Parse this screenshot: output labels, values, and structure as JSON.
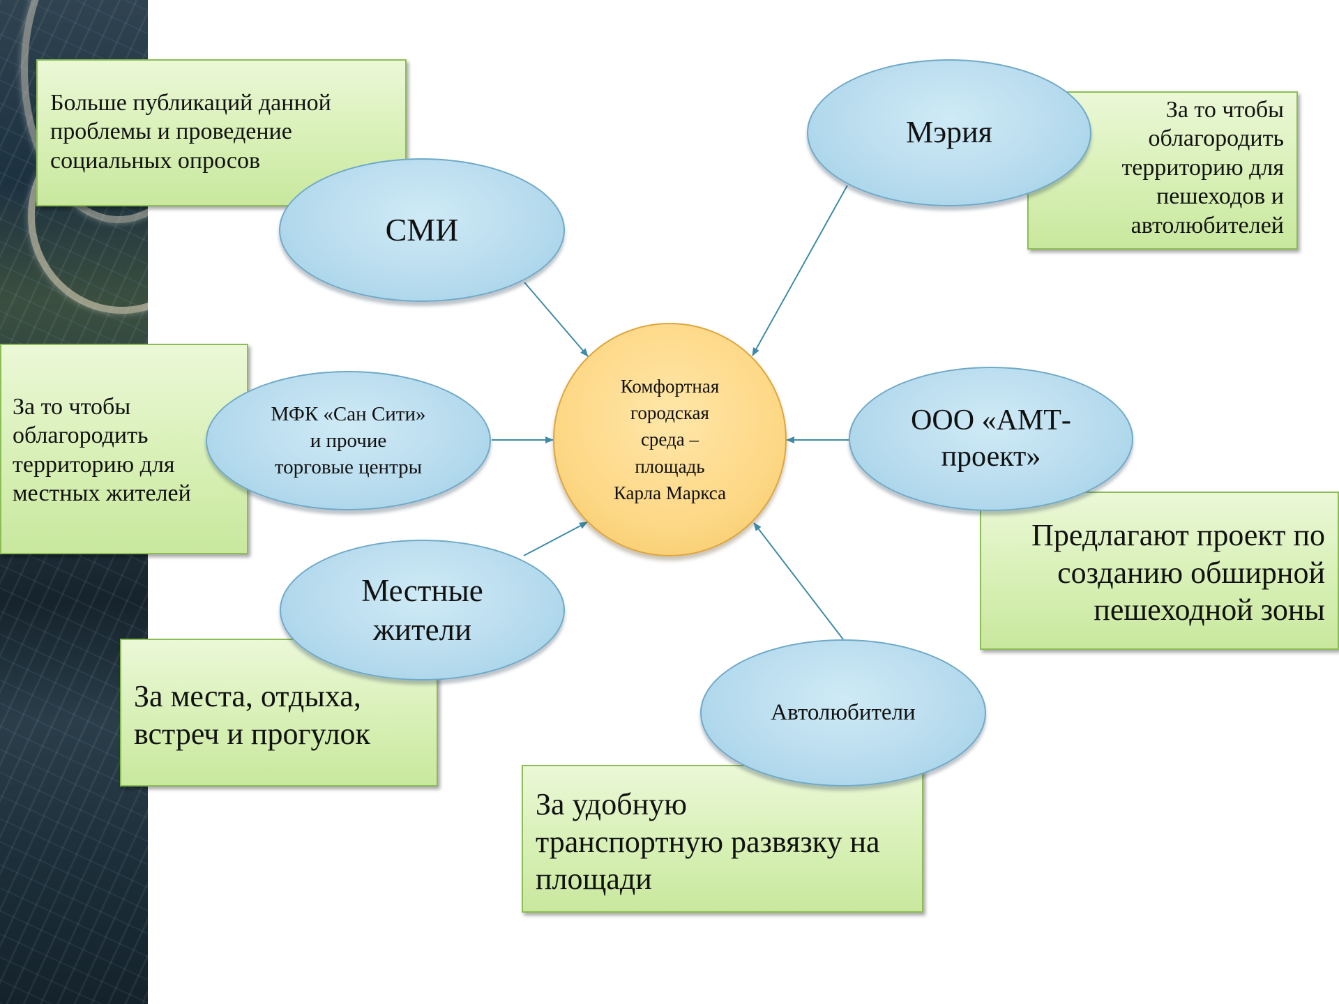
{
  "center": {
    "label": "Комфортная\nгородская\nсреда –\nплощадь\nКарла Маркса"
  },
  "nodes": {
    "smi": {
      "label": "СМИ",
      "note": "Больше публикаций данной\nпроблемы и проведение\nсоциальных опросов"
    },
    "meria": {
      "label": "Мэрия",
      "note": "За то чтобы\nоблагородить\nтерриторию для\nпешеходов и\nавтолюбителей"
    },
    "mfk": {
      "label": "МФК «Сан Сити»\nи прочие\nторговые центры",
      "note": "За то чтобы\nоблагородить\nтерриторию для\nместных жителей"
    },
    "amt": {
      "label": "ООО «АМТ-\nпроект»",
      "note": "Предлагают проект по\nсозданию обширной\nпешеходной зоны"
    },
    "residents": {
      "label": "Местные\nжители",
      "note": "За места, отдыха,\nвстреч и прогулок"
    },
    "drivers": {
      "label": "Автолюбители",
      "note": "За удобную\nтранспортную развязку на\nплощади"
    }
  }
}
